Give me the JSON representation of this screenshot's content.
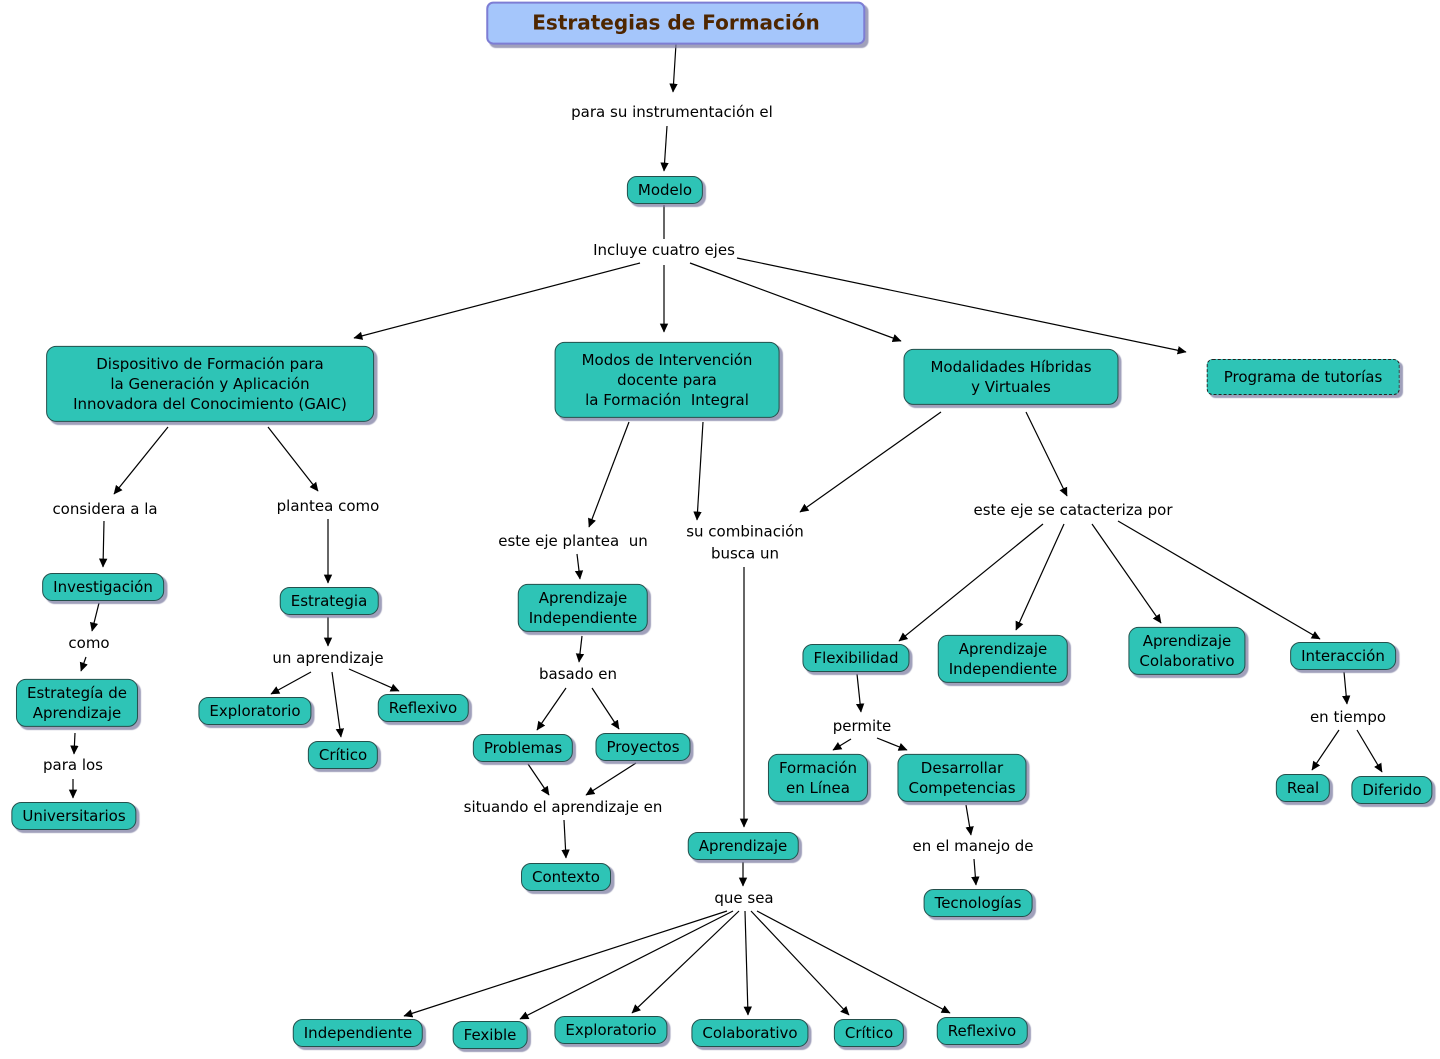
{
  "diagram_type": "concept-map",
  "title": "Estrategias de Formación",
  "colors": {
    "background": "#ffffff",
    "node_fill": "#2ec4b6",
    "node_border": "#24504c",
    "title_fill": "#a5c6fb",
    "title_border": "#7d7dd4",
    "title_text": "#4e2600",
    "text": "#000000",
    "arrow": "#000000",
    "shadow": "#8080a4"
  },
  "nodes": {
    "modelo": "Modelo",
    "gaic": "Dispositivo de Formación para\nla Generación y Aplicación\nInnovadora del Conocimiento (GAIC)",
    "modos": "Modos de Intervención\ndocente para\nla Formación  Integral",
    "modalidades": "Modalidades Híbridas\ny Virtuales",
    "tutorias": "Programa de tutorías",
    "investigacion": "Investigación",
    "estrategia_aprendizaje": "Estrategía de\nAprendizaje",
    "universitarios": "Universitarios",
    "estrategia": "Estrategia",
    "exploratorio_1": "Exploratorio",
    "critico_1": "Crítico",
    "reflexivo_1": "Reflexivo",
    "aprendizaje_independiente_1": "Aprendizaje\nIndependiente",
    "problemas": "Problemas",
    "proyectos": "Proyectos",
    "contexto": "Contexto",
    "aprendizaje": "Aprendizaje",
    "flexibilidad": "Flexibilidad",
    "aprendizaje_independiente_2": "Aprendizaje\nIndependiente",
    "aprendizaje_colaborativo": "Aprendizaje\nColaborativo",
    "interaccion": "Interacción",
    "formacion_en_linea": "Formación\nen Línea",
    "desarrollar_competencias": "Desarrollar\nCompetencias",
    "tecnologias": "Tecnologías",
    "real": "Real",
    "diferido": "Diferido",
    "independiente_b": "Independiente",
    "fexible_b": "Fexible",
    "exploratorio_b": "Exploratorio",
    "colaborativo_b": "Colaborativo",
    "critico_b": "Crítico",
    "reflexivo_b": "Reflexivo"
  },
  "labels": {
    "para_instrumentacion": "para su instrumentación el",
    "incluye": "Incluye cuatro ejes",
    "considera": "considera a la",
    "plantea_como": "plantea como",
    "como": "como",
    "para_los": "para los",
    "un_aprendizaje": "un aprendizaje",
    "este_eje_plantea": "este eje plantea  un",
    "su_combinacion": "su combinación\nbusca un",
    "basado_en": "basado en",
    "situando": "situando el aprendizaje en",
    "que_sea": "que sea",
    "este_eje_caracteriza": "este eje se catacteriza por",
    "permite": "permite",
    "en_manejo": "en el manejo de",
    "en_tiempo": "en tiempo"
  }
}
